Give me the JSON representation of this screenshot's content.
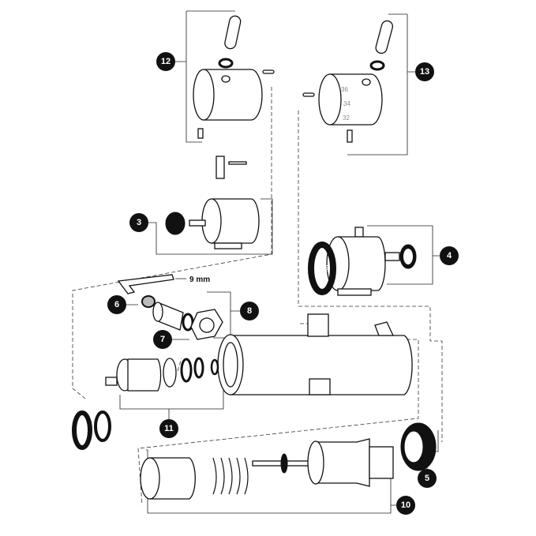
{
  "diagram": {
    "callouts": {
      "c12": "12",
      "c13": "13",
      "c3": "3",
      "c4": "4",
      "c6": "6",
      "c8": "8",
      "c7": "7",
      "c11": "11",
      "c5": "5",
      "c10": "10"
    },
    "wrench_label": "9 mm",
    "handle_scale": [
      "36",
      "34",
      "32"
    ],
    "ring_scale": "30"
  }
}
